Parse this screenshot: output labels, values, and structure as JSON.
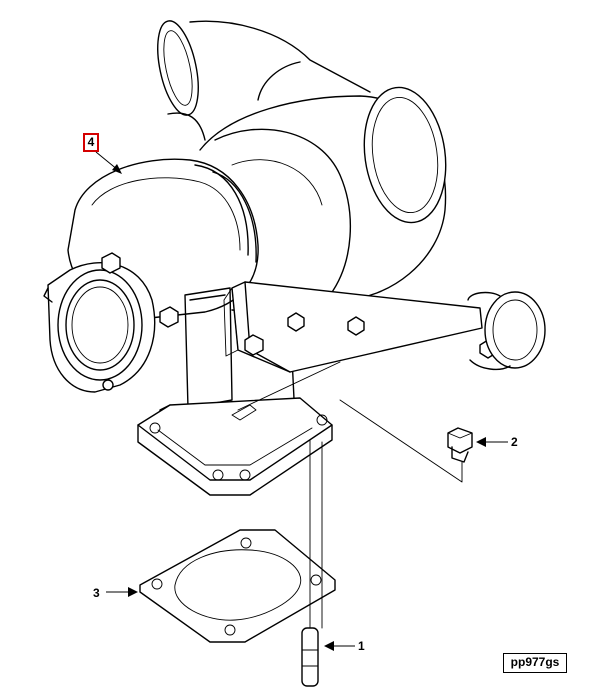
{
  "callouts": {
    "c1": "1",
    "c2": "2",
    "c3": "3",
    "c4": "4"
  },
  "reference_code": "pp977gs",
  "colors": {
    "line": "#000000",
    "highlight_box": "#d40000",
    "background": "#ffffff"
  }
}
